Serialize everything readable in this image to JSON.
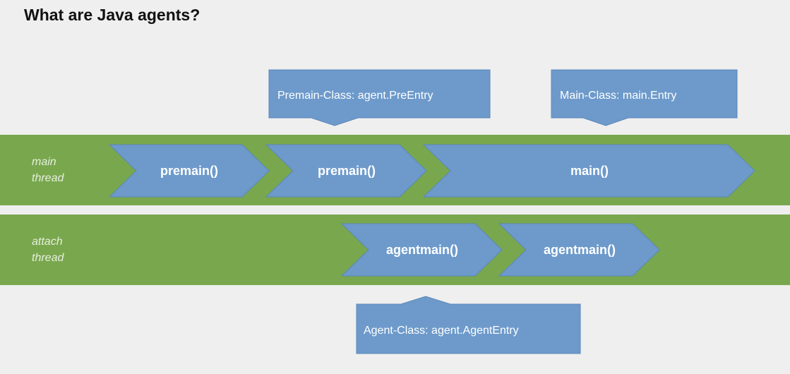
{
  "slide": {
    "title": "What are Java agents?"
  },
  "lanes": [
    {
      "label_line1": "main",
      "label_line2": "thread"
    },
    {
      "label_line1": "attach",
      "label_line2": "thread"
    }
  ],
  "arrows": [
    {
      "label": "premain()"
    },
    {
      "label": "premain()"
    },
    {
      "label": "main()"
    },
    {
      "label": "agentmain()"
    },
    {
      "label": "agentmain()"
    }
  ],
  "callouts": [
    {
      "label": "Premain-Class: agent.PreEntry"
    },
    {
      "label": "Main-Class: main.Entry"
    },
    {
      "label": "Agent-Class: agent.AgentEntry"
    }
  ],
  "colors": {
    "lane_green": "#79a74e",
    "box_blue": "#6d9acb",
    "box_border": "#5b87b8",
    "background": "#efefef"
  }
}
